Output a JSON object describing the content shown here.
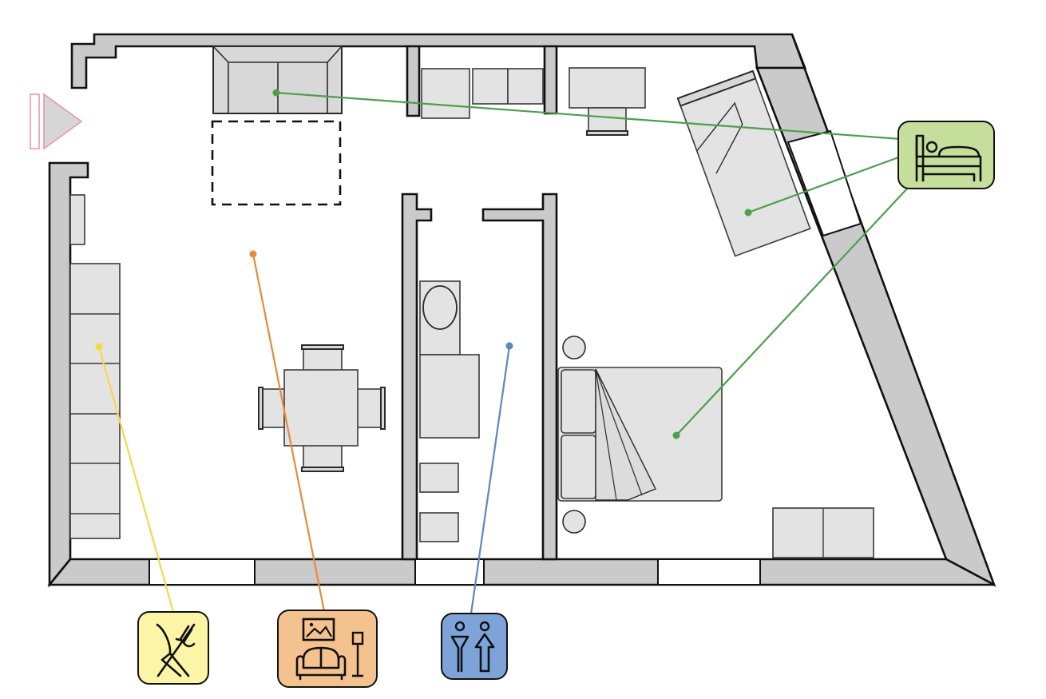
{
  "colors": {
    "wall": "#cacaca",
    "furniture": "#e3e3e3",
    "kitchen": "#f5d84a",
    "kitchen_bg": "#fdf5a6",
    "living": "#e88a3a",
    "living_bg": "#f4c28e",
    "bathroom": "#5b88c0",
    "bathroom_bg": "#7ea3d9",
    "bedroom": "#4d9e4d",
    "bedroom_bg": "#c5de9b",
    "entrance": "#e89aaa"
  },
  "legend": [
    {
      "room": "kitchen",
      "icon": "utensils-icon"
    },
    {
      "room": "living-room",
      "icon": "sofa-picture-lamp-icon"
    },
    {
      "room": "bathroom",
      "icon": "restroom-icon"
    },
    {
      "room": "bedroom",
      "icon": "bed-icon"
    }
  ],
  "entrance": {
    "icon": "entrance-arrow-icon"
  }
}
